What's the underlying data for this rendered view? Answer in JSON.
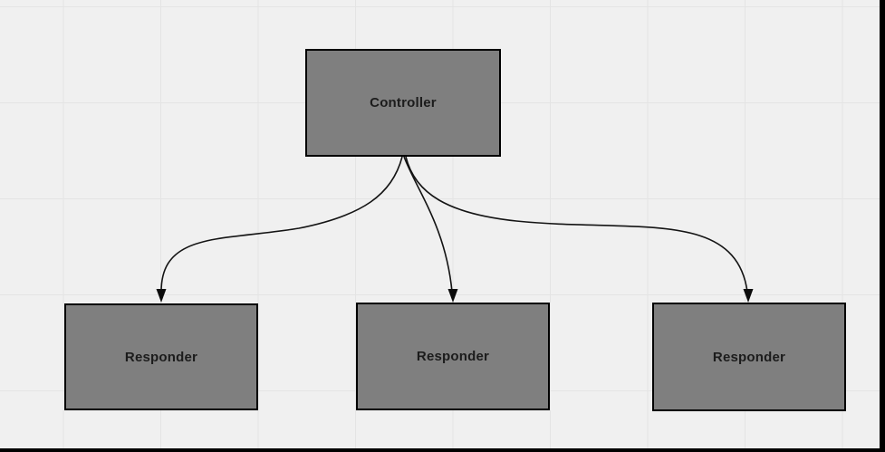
{
  "diagram": {
    "type": "flowchart",
    "nodes": [
      {
        "id": "controller",
        "label": "Controller"
      },
      {
        "id": "responder-1",
        "label": "Responder"
      },
      {
        "id": "responder-2",
        "label": "Responder"
      },
      {
        "id": "responder-3",
        "label": "Responder"
      }
    ],
    "edges": [
      {
        "from": "controller",
        "to": "responder-1",
        "style": "curved-arrow"
      },
      {
        "from": "controller",
        "to": "responder-2",
        "style": "curved-arrow"
      },
      {
        "from": "controller",
        "to": "responder-3",
        "style": "curved-arrow"
      }
    ],
    "colors": {
      "canvas_background": "#f0f0f0",
      "grid_line": "#e4e4e4",
      "node_fill": "#7f7f7f",
      "node_border": "#000000",
      "node_text": "#1c1c1c",
      "edge_stroke": "#141414",
      "screen_edge": "#000000"
    }
  }
}
